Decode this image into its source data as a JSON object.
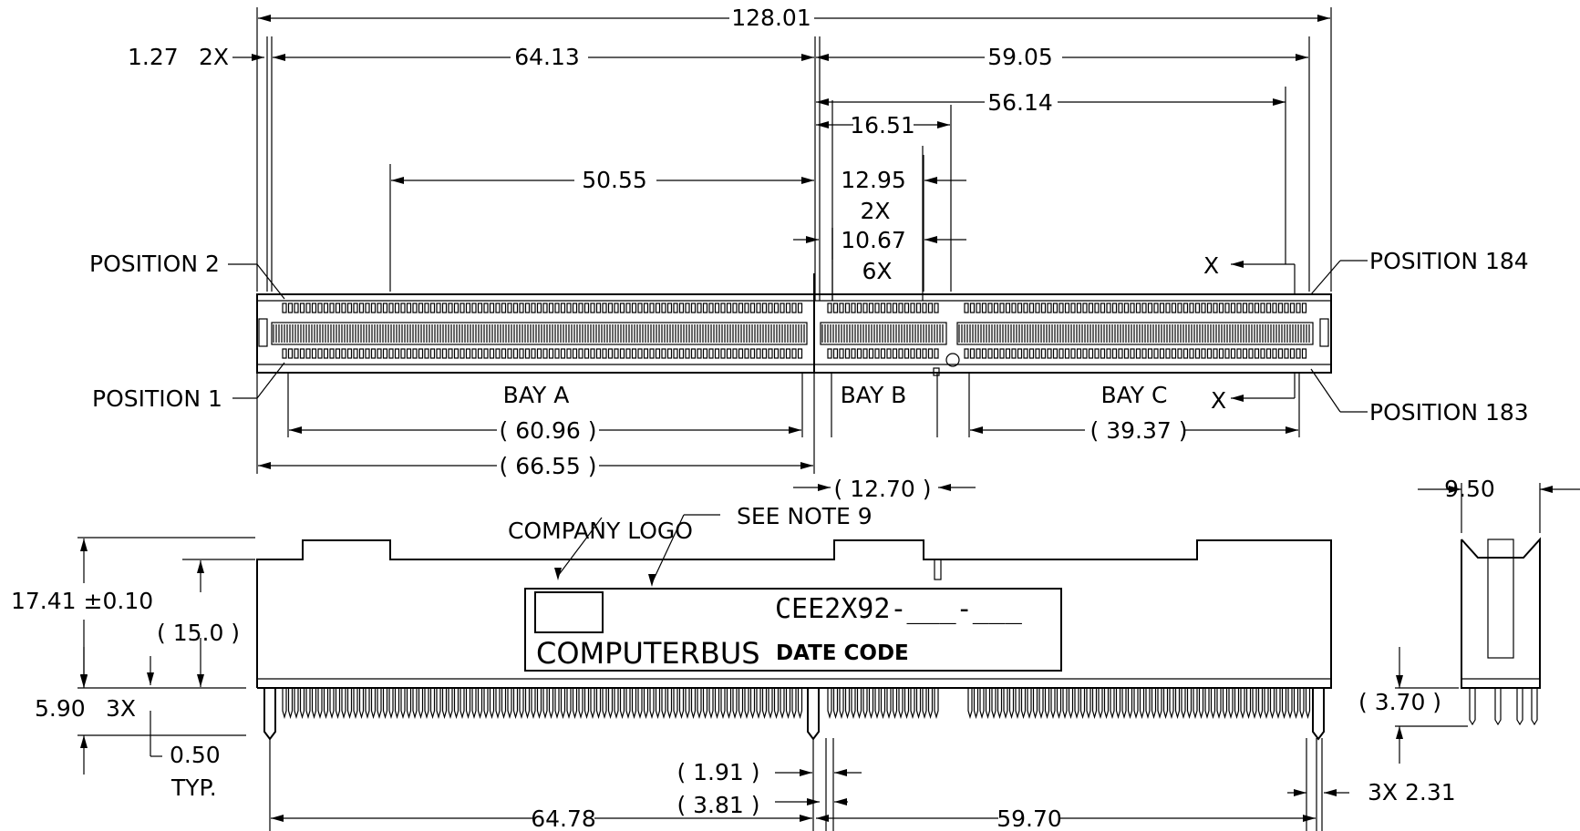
{
  "dims": {
    "overall_length": "128.01",
    "end_offset": "1.27",
    "end_offset_qty": "2X",
    "left_span": "64.13",
    "right_span": "59.05",
    "right_inner_span": "56.14",
    "key_span": "16.51",
    "key_to_bay_a": "50.55",
    "dim_12_95": "12.95",
    "qty_2x": "2X",
    "dim_10_67": "10.67",
    "qty_6x": "6X",
    "bay_a_pin_span": "( 60.96 )",
    "bay_a_body": "( 66.55 )",
    "bay_c_pin_span": "( 39.37 )",
    "bay_b_gap": "( 12.70 )",
    "width": "9.50",
    "height": "17.41 ±0.10",
    "inner_height": "( 15.0 )",
    "pin_length": "5.90",
    "pin_length_qty": "3X",
    "pin_width": "0.50",
    "pin_width_note": "TYP.",
    "dim_1_91": "( 1.91 )",
    "dim_3_81": "( 3.81 )",
    "bottom_left": "64.78",
    "bottom_right": "59.70",
    "peg_height": "( 3.70 )",
    "peg_dia": "3X  2.31"
  },
  "labels": {
    "position_2": "POSITION  2",
    "position_1": "POSITION  1",
    "position_184": "POSITION  184",
    "position_183": "POSITION  183",
    "bay_a": "BAY  A",
    "bay_b": "BAY  B",
    "bay_c": "BAY  C",
    "datum_x": "X",
    "company_logo": "COMPANY  LOGO",
    "see_note": "SEE  NOTE  9",
    "part_number": "CEE2X92-___-___",
    "brand": "COMPUTERBUS",
    "date_code": "DATE CODE"
  }
}
